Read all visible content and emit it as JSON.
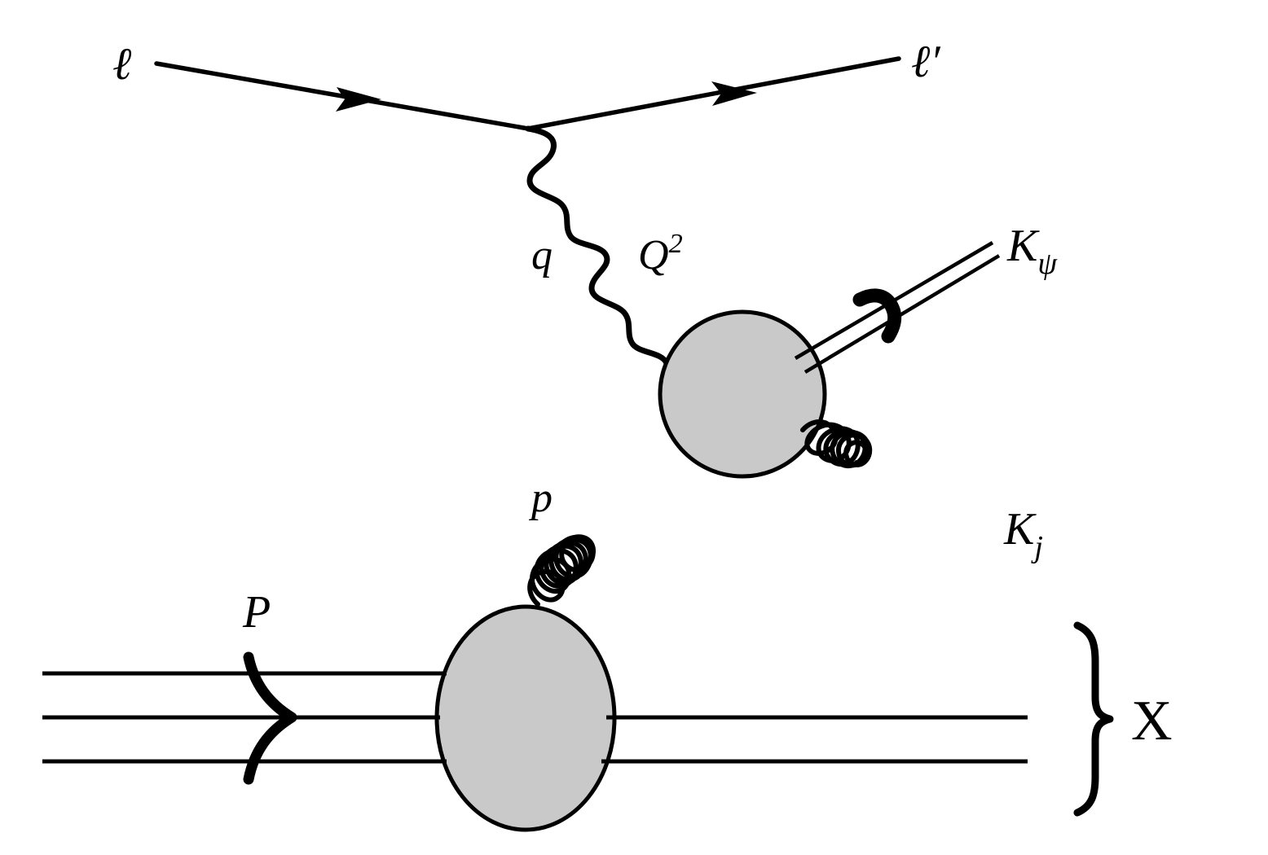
{
  "figure": {
    "kind": "feynman-diagram",
    "description": "Deep inelastic lepton-proton scattering producing a J/psi and a jet",
    "background_color": "#ffffff",
    "line_color": "#000000",
    "blob_fill_color": "#c9c9c9",
    "blob_stroke_color": "#000000"
  },
  "labels": {
    "incoming_lepton": "ℓ",
    "outgoing_lepton": "ℓ′",
    "photon_momentum": "q",
    "photon_virtuality_base": "Q",
    "photon_virtuality_exponent": "2",
    "gluon_in": "p",
    "psi_base": "K",
    "psi_sub": "ψ",
    "jet_base": "K",
    "jet_sub": "j",
    "proton_momentum": "P",
    "remnant": "X"
  },
  "elements": {
    "incoming_lepton_line": "incoming lepton straight line with arrowhead",
    "outgoing_lepton_line": "outgoing lepton straight line with arrowhead",
    "photon_line": "wavy virtual photon propagator",
    "hard_blob": "gray filled circle (hard scattering vertex)",
    "proton_blob": "gray filled ellipse (proton)",
    "psi_double_line": "double line for J/psi with swoosh arrow",
    "jet_gluon": "coiled gluon line for jet",
    "incoming_gluon": "coiled gluon line from proton to hard vertex",
    "proton_lines": "three parallel quark lines",
    "remnant_lines": "two parallel outgoing remnant lines",
    "brace": "right curly brace grouping the remnant",
    "proton_arrow": "swoosh arrow marker on proton lines",
    "psi_arrow": "swoosh arrow marker on the J/psi double line"
  }
}
